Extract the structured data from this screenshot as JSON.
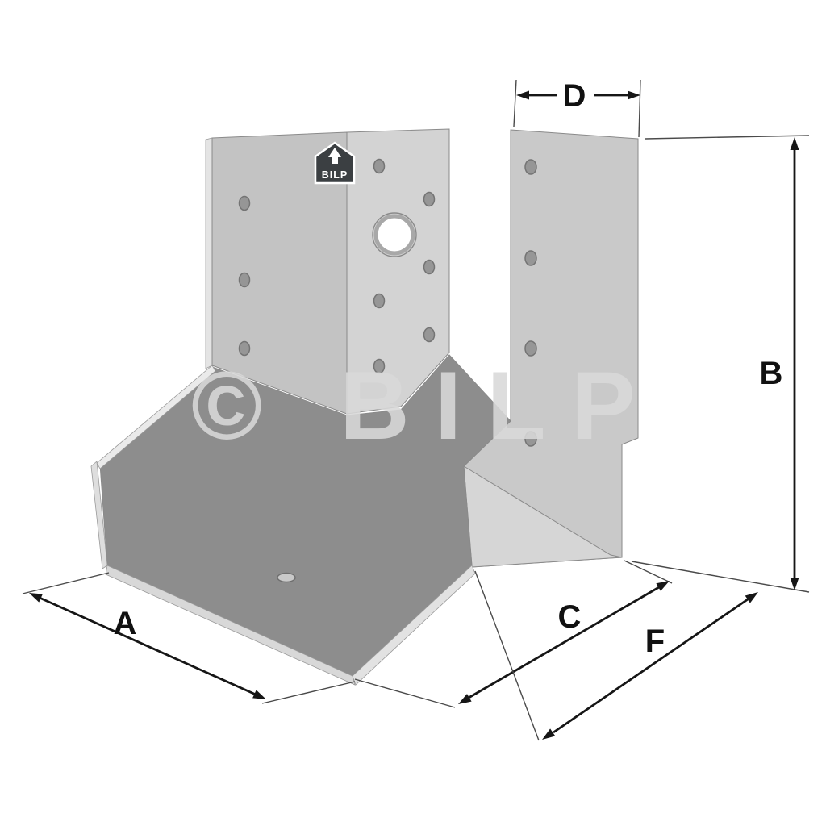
{
  "figure": {
    "kind": "product dimension diagram",
    "subject": "U-shaped beam shoe / post support bracket",
    "watermark": "© BILP",
    "badge": {
      "brand": "BILP",
      "icon": "up-arrow-icon"
    },
    "dimensions": {
      "a": {
        "label": "A"
      },
      "b": {
        "label": "B"
      },
      "c": {
        "label": "C"
      },
      "d": {
        "label": "D"
      },
      "f": {
        "label": "F"
      }
    },
    "colors": {
      "background": "#ffffff",
      "steel_light": "#d3d3d3",
      "steel_mid": "#c6c6c6",
      "steel_dark_interior": "#8d8d8d",
      "edge_highlight": "#e8e8e8",
      "outline": "#8a8a8a",
      "dimension_line": "#161616",
      "label_text": "#111111",
      "watermark_gray": "#d9d9d9",
      "badge_background": "#3b3f42"
    }
  }
}
